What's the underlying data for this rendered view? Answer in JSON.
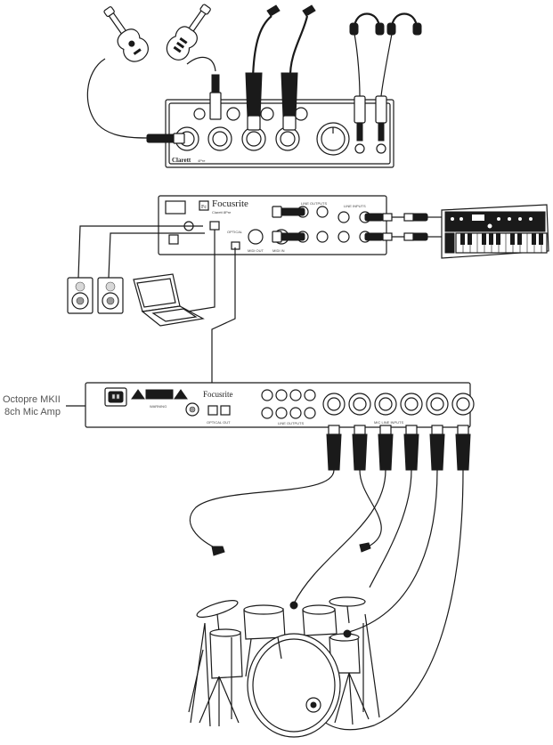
{
  "side_label": {
    "line1": "Octopre MKII",
    "line2": "8ch Mic Amp"
  },
  "top_interface": {
    "brand": "Clarett",
    "model": "4Pre"
  },
  "mid_interface": {
    "brand": "Focusrite",
    "model": "Clarett 8Pre",
    "badge": "Fc",
    "line_outputs_label": "LINE OUTPUTS",
    "line_inputs_label": "LINE INPUTS",
    "midi_in_label": "MIDI OUT",
    "midi_out_label": "MIDI IN",
    "optical_label": "OPTICAL"
  },
  "preamp": {
    "brand": "Focusrite",
    "warning": "WARNING",
    "line_outputs_label": "LINE OUTPUTS",
    "mic_inputs_label": "MIC LINE INPUTS",
    "optical_label": "OPTICAL OUT"
  }
}
